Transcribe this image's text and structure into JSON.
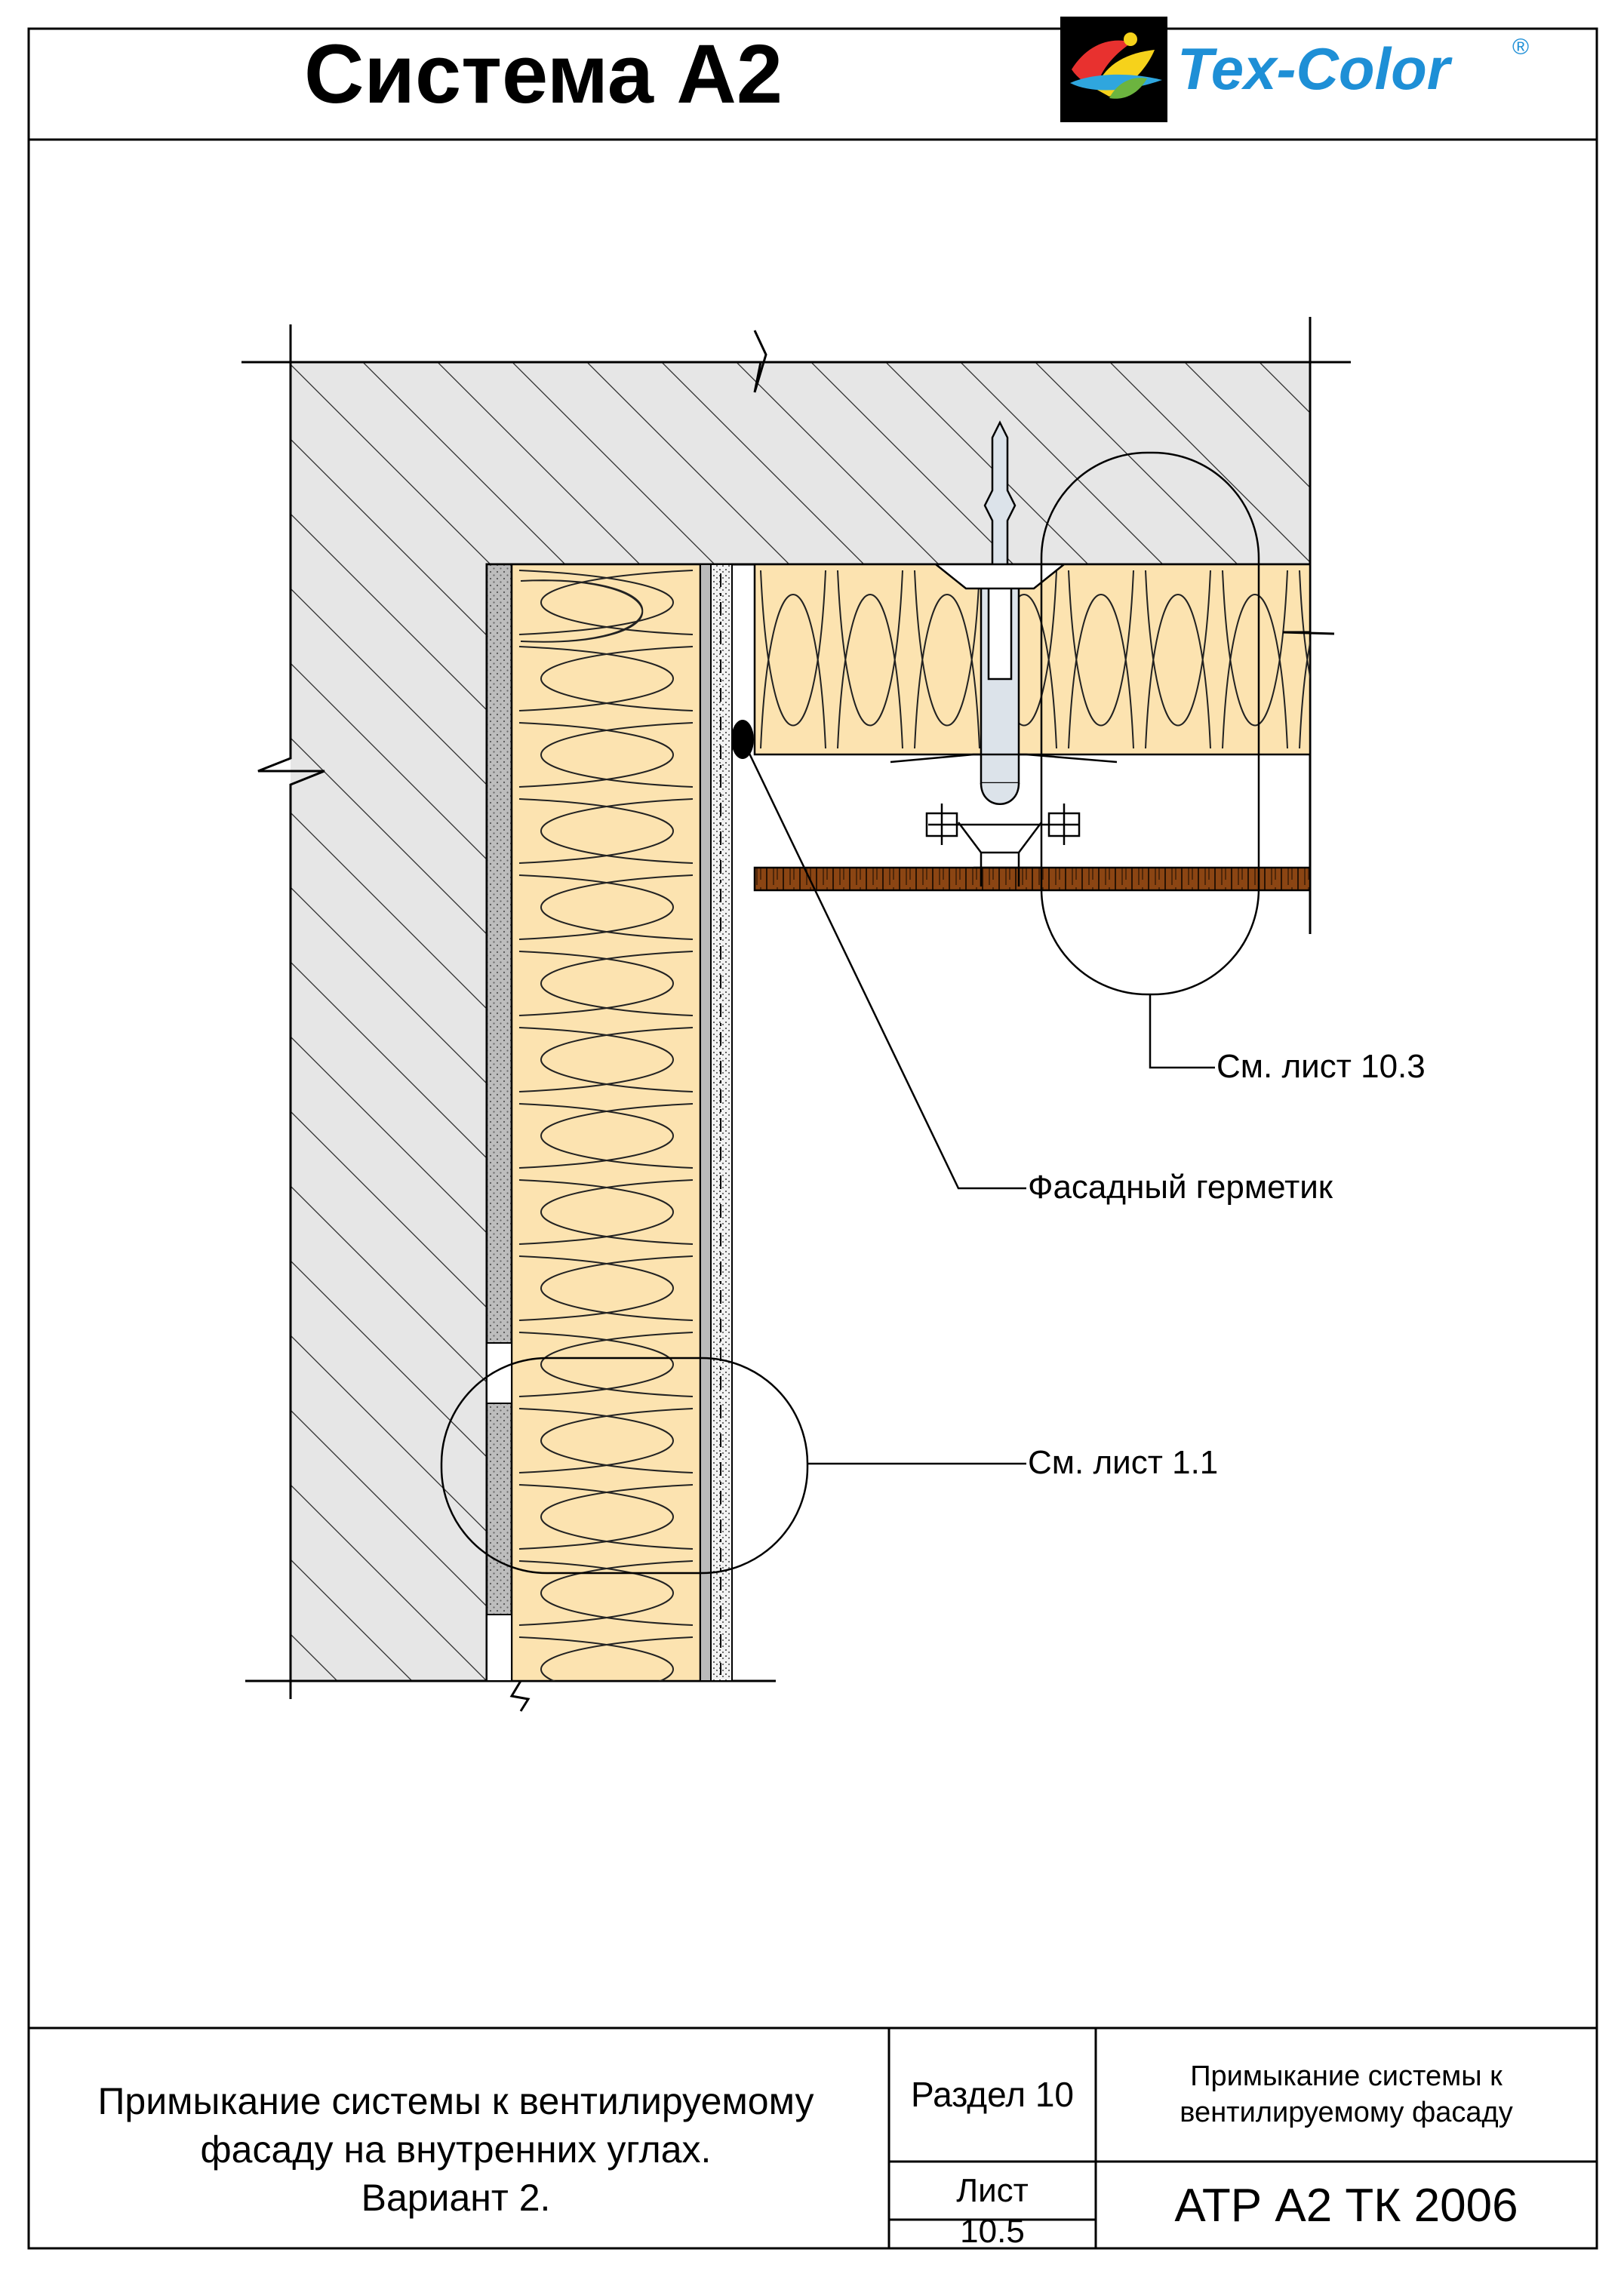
{
  "header": {
    "title": "Система А2",
    "logo_text": "Tex-Color",
    "logo_mark": "®"
  },
  "callouts": {
    "ref_upper": "См. лист 10.3",
    "sealant": "Фасадный герметик",
    "ref_lower": "См. лист 1.1"
  },
  "title_block": {
    "description_lines": [
      "Примыкание системы к вентилируемому",
      "фасаду на внутренних углах.",
      "Вариант 2."
    ],
    "section": "Раздел 10",
    "section_title_lines": [
      "Примыкание системы к",
      "вентилируемому фасаду"
    ],
    "sheet_label": "Лист",
    "sheet_number": "10.5",
    "doc_code": "АТР А2 ТК 2006"
  },
  "colors": {
    "insulation": "#FCE3B0",
    "concrete_bg": "#E6E6E6",
    "adhesive": "#B7B7B7",
    "panel": "#8B4513",
    "metal": "#DCE3EA",
    "logo_blue": "#1E8FD6",
    "logo_bg": "#000000"
  },
  "icons": {
    "logo": "tex-color-logo-icon",
    "anchor": "facade-anchor-icon",
    "sealant": "sealant-bead-icon"
  }
}
